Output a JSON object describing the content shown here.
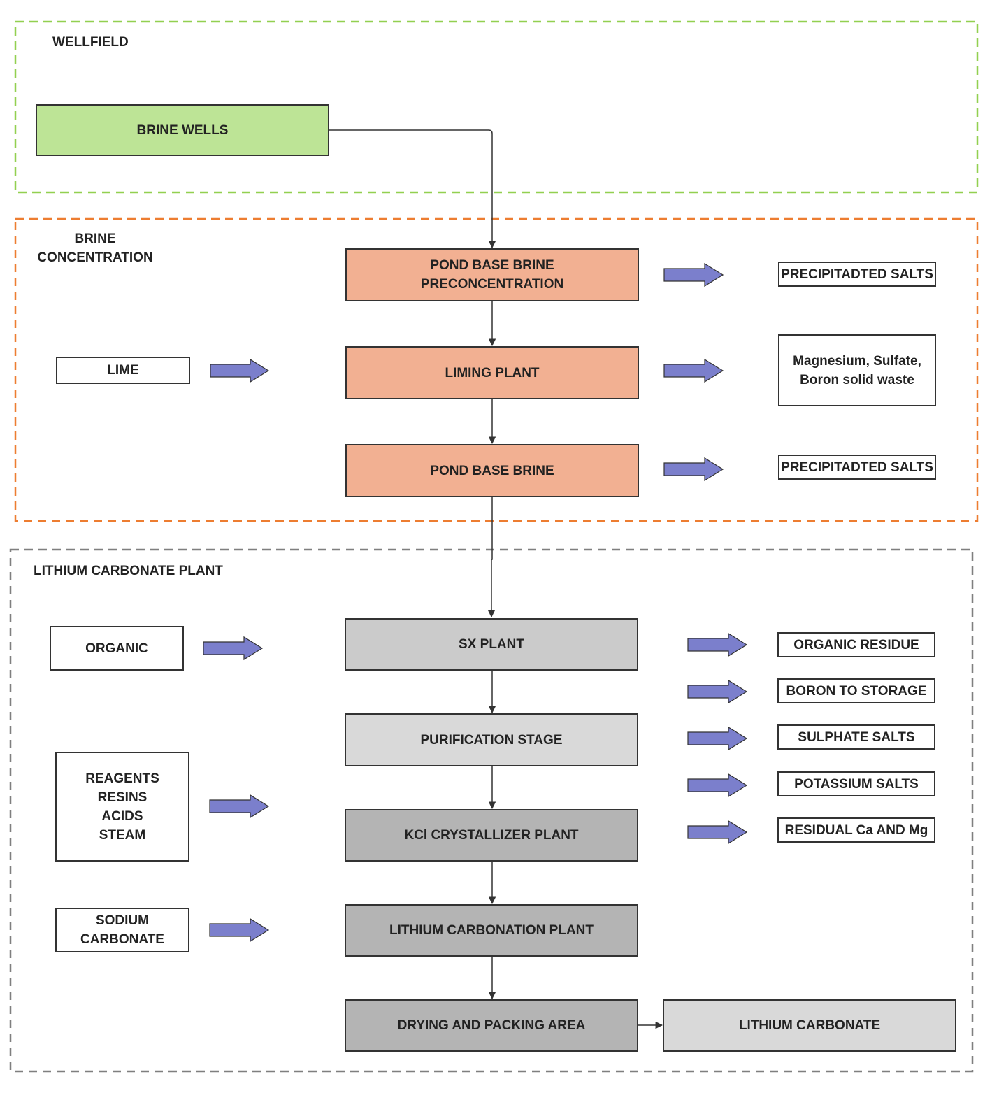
{
  "zones": {
    "wellfield": "WELLFIELD",
    "brine_concentration": "BRINE\nCONCENTRATION",
    "lithium_carbonate_plant": "LITHIUM CARBONATE PLANT"
  },
  "colors": {
    "wellfield_border": "#92d050",
    "brine_border": "#ed7d31",
    "plant_border": "#7f7f7f",
    "input_arrow": "#7b7fcc"
  },
  "process": {
    "brine_wells": "BRINE WELLS",
    "pond_preconcentration": "POND BASE BRINE\nPRECONCENTRATION",
    "liming_plant": "LIMING PLANT",
    "pond_base_brine": "POND BASE BRINE",
    "sx_plant": "SX PLANT",
    "purification_stage": "PURIFICATION STAGE",
    "kcl_crystallizer": "KCl CRYSTALLIZER PLANT",
    "lithium_carbonation": "LITHIUM CARBONATION PLANT",
    "drying_packing": "DRYING AND PACKING AREA",
    "lithium_carbonate": "LITHIUM CARBONATE"
  },
  "inputs": {
    "lime": "LIME",
    "organic": "ORGANIC",
    "reagents": "REAGENTS\nRESINS\nACIDS\nSTEAM",
    "sodium_carbonate": "SODIUM\nCARBONATE"
  },
  "outputs": {
    "precipitated_salts_1": "PRECIPITADTED SALTS",
    "mg_sulfate_boron": "Magnesium, Sulfate,\nBoron solid waste",
    "precipitated_salts_2": "PRECIPITADTED SALTS",
    "organic_residue": "ORGANIC RESIDUE",
    "boron_storage": "BORON TO STORAGE",
    "sulphate_salts": "SULPHATE SALTS",
    "potassium_salts": "POTASSIUM SALTS",
    "residual_ca_mg": "RESIDUAL Ca AND Mg"
  }
}
